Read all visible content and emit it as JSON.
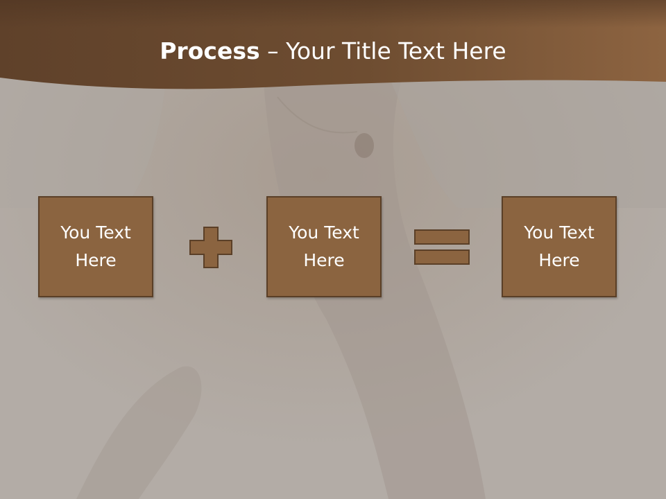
{
  "slide": {
    "title_bold": "Process",
    "title_rest": " – Your Title Text Here",
    "steps": [
      {
        "text": "You Text Here"
      },
      {
        "text": "You Text Here"
      },
      {
        "text": "You Text Here"
      }
    ],
    "operators": [
      "plus",
      "equals"
    ]
  },
  "colors": {
    "header_band": "#6b4a2e",
    "box_fill": "#8b6440",
    "box_border": "#5a3f27",
    "background": "#b9b3ad",
    "title_text": "#ffffff"
  }
}
